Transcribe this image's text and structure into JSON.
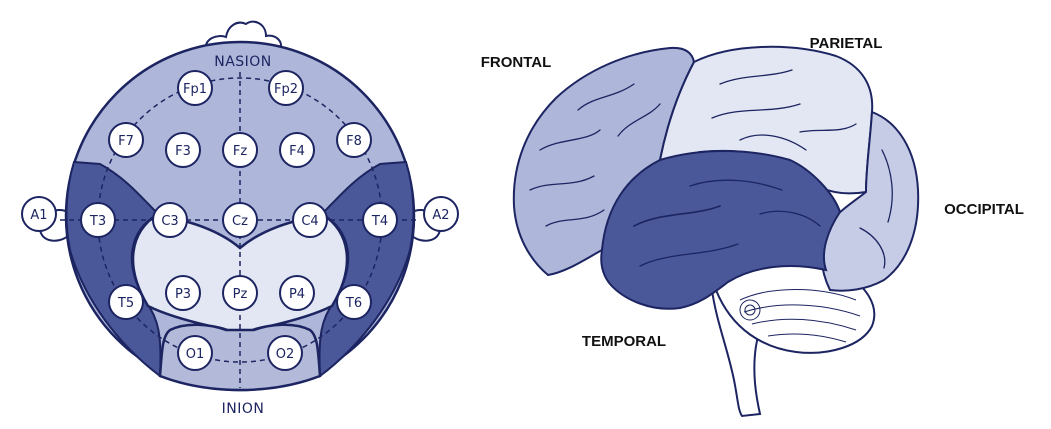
{
  "montage": {
    "nasion_label": "NASION",
    "inion_label": "INION",
    "electrodes": [
      {
        "id": "fp1",
        "label": "Fp1"
      },
      {
        "id": "fp2",
        "label": "Fp2"
      },
      {
        "id": "f7",
        "label": "F7"
      },
      {
        "id": "f3",
        "label": "F3"
      },
      {
        "id": "fz",
        "label": "Fz"
      },
      {
        "id": "f4",
        "label": "F4"
      },
      {
        "id": "f8",
        "label": "F8"
      },
      {
        "id": "a1",
        "label": "A1"
      },
      {
        "id": "t3",
        "label": "T3"
      },
      {
        "id": "c3",
        "label": "C3"
      },
      {
        "id": "cz",
        "label": "Cz"
      },
      {
        "id": "c4",
        "label": "C4"
      },
      {
        "id": "t4",
        "label": "T4"
      },
      {
        "id": "a2",
        "label": "A2"
      },
      {
        "id": "t5",
        "label": "T5"
      },
      {
        "id": "p3",
        "label": "P3"
      },
      {
        "id": "pz",
        "label": "Pz"
      },
      {
        "id": "p4",
        "label": "P4"
      },
      {
        "id": "t6",
        "label": "T6"
      },
      {
        "id": "o1",
        "label": "O1"
      },
      {
        "id": "o2",
        "label": "O2"
      }
    ]
  },
  "brain": {
    "lobes": {
      "frontal": "FRONTAL",
      "parietal": "PARIETAL",
      "occipital": "OCCIPITAL",
      "temporal": "TEMPORAL"
    }
  },
  "colors": {
    "outline": "#1c2561",
    "frontal_region": "#aeb6d9",
    "central_region": "#e3e6f3",
    "temporal_region": "#4a5799",
    "occipital_region": "#b3bad9"
  }
}
